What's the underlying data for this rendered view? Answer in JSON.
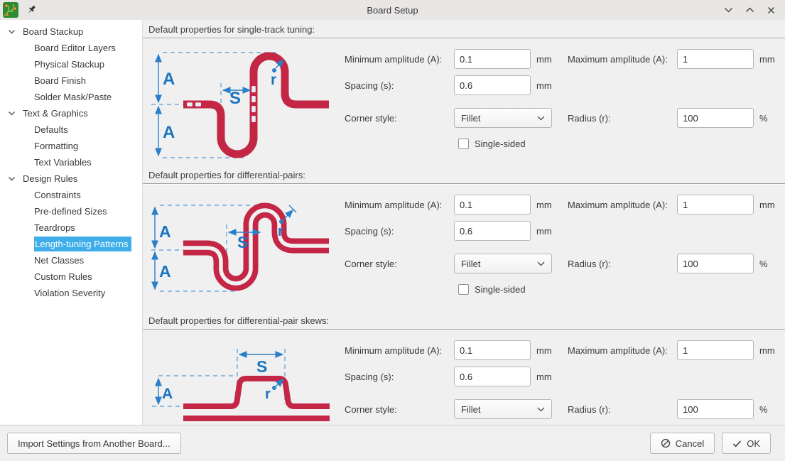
{
  "titlebar": {
    "title": "Board Setup"
  },
  "sidebar": {
    "groups": [
      {
        "label": "Board Stackup",
        "children": [
          {
            "label": "Board Editor Layers"
          },
          {
            "label": "Physical Stackup"
          },
          {
            "label": "Board Finish"
          },
          {
            "label": "Solder Mask/Paste"
          }
        ]
      },
      {
        "label": "Text & Graphics",
        "children": [
          {
            "label": "Defaults"
          },
          {
            "label": "Formatting"
          },
          {
            "label": "Text Variables"
          }
        ]
      },
      {
        "label": "Design Rules",
        "children": [
          {
            "label": "Constraints"
          },
          {
            "label": "Pre-defined Sizes"
          },
          {
            "label": "Teardrops"
          },
          {
            "label": "Length-tuning Patterns"
          },
          {
            "label": "Net Classes"
          },
          {
            "label": "Custom Rules"
          },
          {
            "label": "Violation Severity"
          }
        ]
      }
    ],
    "selected_item": "Length-tuning Patterns"
  },
  "diagram_labels": {
    "amplitude": "A",
    "spacing": "S",
    "radius": "r"
  },
  "sections": [
    {
      "title": "Default properties for single-track tuning:",
      "min_amplitude_label": "Minimum amplitude (A):",
      "min_amplitude_value": "0.1",
      "min_amplitude_unit": "mm",
      "max_amplitude_label": "Maximum amplitude (A):",
      "max_amplitude_value": "1",
      "max_amplitude_unit": "mm",
      "spacing_label": "Spacing (s):",
      "spacing_value": "0.6",
      "spacing_unit": "mm",
      "corner_label": "Corner style:",
      "corner_value": "Fillet",
      "radius_label": "Radius (r):",
      "radius_value": "100",
      "radius_unit": "%",
      "single_sided_label": "Single-sided",
      "single_sided_checked": false
    },
    {
      "title": "Default properties for differential-pairs:",
      "min_amplitude_label": "Minimum amplitude (A):",
      "min_amplitude_value": "0.1",
      "min_amplitude_unit": "mm",
      "max_amplitude_label": "Maximum amplitude (A):",
      "max_amplitude_value": "1",
      "max_amplitude_unit": "mm",
      "spacing_label": "Spacing (s):",
      "spacing_value": "0.6",
      "spacing_unit": "mm",
      "corner_label": "Corner style:",
      "corner_value": "Fillet",
      "radius_label": "Radius (r):",
      "radius_value": "100",
      "radius_unit": "%",
      "single_sided_label": "Single-sided",
      "single_sided_checked": false
    },
    {
      "title": "Default properties for differential-pair skews:",
      "min_amplitude_label": "Minimum amplitude (A):",
      "min_amplitude_value": "0.1",
      "min_amplitude_unit": "mm",
      "max_amplitude_label": "Maximum amplitude (A):",
      "max_amplitude_value": "1",
      "max_amplitude_unit": "mm",
      "spacing_label": "Spacing (s):",
      "spacing_value": "0.6",
      "spacing_unit": "mm",
      "corner_label": "Corner style:",
      "corner_value": "Fillet",
      "radius_label": "Radius (r):",
      "radius_value": "100",
      "radius_unit": "%"
    }
  ],
  "footer": {
    "import_label": "Import Settings from Another Board...",
    "cancel_label": "Cancel",
    "ok_label": "OK"
  },
  "colors": {
    "selection": "#3daee9",
    "track": "#c42645",
    "dimension": "#2980c8"
  }
}
